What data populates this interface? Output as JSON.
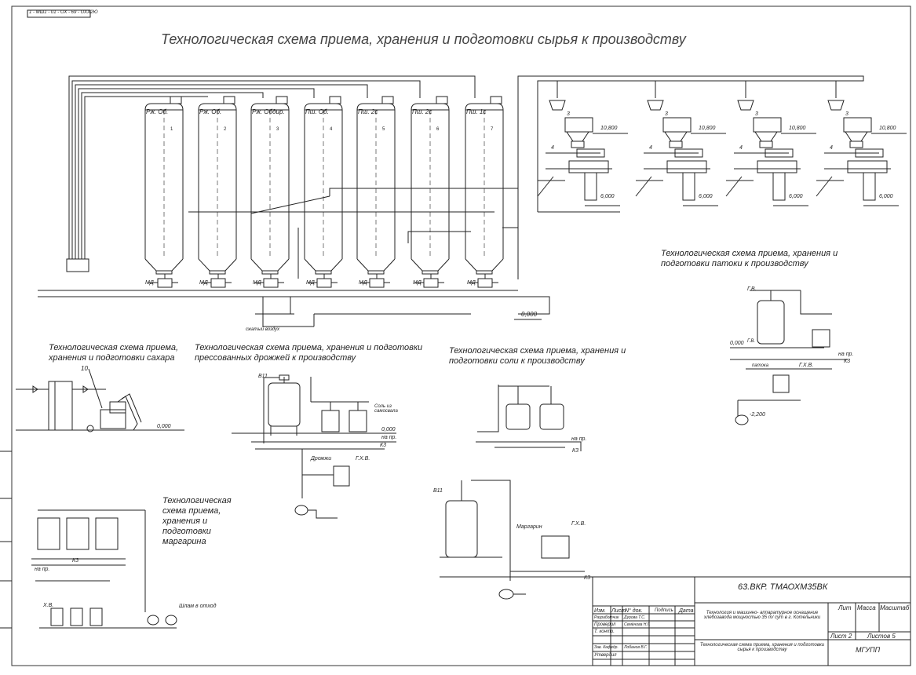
{
  "corner_code": "1 - МШ1 - 01 - ОХ - 69 - ОХХ2Ю",
  "title": "Технологическая схема приема, хранения и подготовки сырья к производству",
  "silos": [
    {
      "label": "Рж. Об.",
      "num": "1"
    },
    {
      "label": "Рж. Об.",
      "num": "2"
    },
    {
      "label": "Рж. Обдир.",
      "num": "3"
    },
    {
      "label": "Пш. Об.",
      "num": "4"
    },
    {
      "label": "Пш. 2с",
      "num": "5"
    },
    {
      "label": "Пш. 2с",
      "num": "6"
    },
    {
      "label": "Пш. 1с",
      "num": "7"
    }
  ],
  "mixers": [
    {
      "n3": "3",
      "n4": "4",
      "level_top": "10,800",
      "level_bot": "6,000"
    },
    {
      "n3": "3",
      "n4": "4",
      "level_top": "10,800",
      "level_bot": "6,000"
    },
    {
      "n3": "3",
      "n4": "4",
      "level_top": "10,800",
      "level_bot": "6,000"
    },
    {
      "n3": "3",
      "n4": "4",
      "level_top": "10,800",
      "level_bot": "6,000"
    }
  ],
  "md_label": "МД",
  "main_level": "0,000",
  "compressed_air": "сжатый воздух",
  "sections": {
    "sugar": {
      "title": "Технологическая схема приема, хранения и подготовки сахара",
      "item": "10",
      "level": "0,000"
    },
    "yeast": {
      "title": "Технологическая схема приема, хранения и подготовки прессованных дрожжей к производству",
      "v11": "В11",
      "salt_from": "Соль из самосвала",
      "level": "0,000",
      "to_pr": "на пр.",
      "kz": "К3",
      "drozhzhi": "Дрожжи",
      "ghv": "Г.Х.В."
    },
    "salt": {
      "title": "Технологическая схема приема, хранения и подготовки соли к производству",
      "to_pr": "на пр.",
      "kz": "К3",
      "v11": "В11",
      "margarine": "Маргарин",
      "ghv": "Г.Х.В.",
      "kz2": "К3"
    },
    "molasses": {
      "title": "Технологическая схема приема, хранения и подготовки патоки к производству",
      "gv": "Г.В.",
      "level": "0,000",
      "gv2": "Г.В.",
      "to_pr": "на пр.",
      "kz": "К3",
      "patoka": "патока",
      "ghv": "Г.Х.В.",
      "level2": "-2,200"
    },
    "margarine": {
      "title": "Технологическая схема приема, хранения и подготовки маргарина",
      "to_pr": "на пр.",
      "kz": "К3",
      "xv": "Х.В.",
      "sludge": "Шлам в отход"
    }
  },
  "stamp": {
    "doc_code": "63.ВКР. ТМАОХМ35ВК",
    "project": "Технология и машинно- аппаратурное оснащение хлебозавода мощностью 35 т/ сут в г. Котельники",
    "sheet_title": "Технологическая схема приема, хранения и подготовки сырья к производству",
    "org": "МГУПП",
    "hdr_izm": "Изм.",
    "hdr_list": "Лист",
    "hdr_ndok": "N° док.",
    "hdr_podp": "Подпись",
    "hdr_date": "Дата",
    "r_razrab": "Разработчик",
    "r_prov": "Проверил",
    "r_tkontr": "Т. контр.",
    "r_zavkaf": "Зав. Кафедр.",
    "r_utv": "Утвердил",
    "name1": "Дурова Т.С.",
    "name2": "Семёнова Н.Г.",
    "name3": "Лобанов В.Г.",
    "lit": "Лит",
    "massa": "Масса",
    "masshtab": "Масштаб",
    "list_label": "Лист 2",
    "listov_label": "Листов 5"
  }
}
